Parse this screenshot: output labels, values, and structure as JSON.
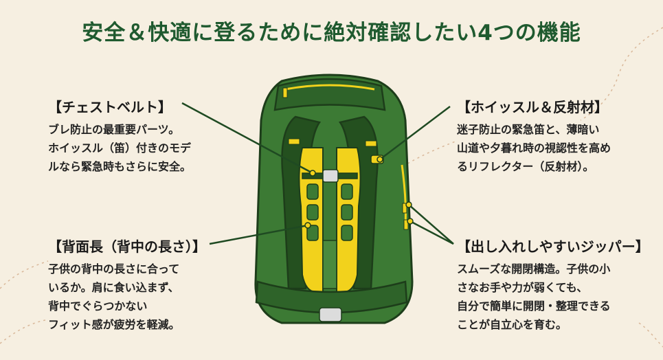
{
  "title": "安全＆快適に登るために絶対確認したい4つの機能",
  "callouts": [
    {
      "head": "【チェストベルト】",
      "body": "ブレ防止の最重要パーツ。\nホイッスル（笛）付きのモデ\nルなら緊急時もさらに安全。"
    },
    {
      "head": "【背面長（背中の長さ）】",
      "body": "子供の背中の長さに合って\nいるか。肩に食い込まず、\n背中でぐらつかない\nフィット感が疲労を軽減。"
    },
    {
      "head": "【ホイッスル＆反射材】",
      "body": "迷子防止の緊急笛と、薄暗い\n山道や夕暮れ時の視認性を高め\nるリフレクター（反射材）。"
    },
    {
      "head": "【出し入れしやすいジッパー】",
      "body": "スムーズな開閉構造。子供の小\nさなお手や力が弱くても、\n自分で簡単に開閉・整理できる\nことが自立心を育む。"
    }
  ],
  "colors": {
    "background": "#f6efe1",
    "title": "#1f5a2f",
    "pack_green": "#3c7a34",
    "pack_dark": "#24501f",
    "accent_yellow": "#f2d21c",
    "leader_line": "#1f4a22"
  },
  "illustration": "backpack-illustration"
}
